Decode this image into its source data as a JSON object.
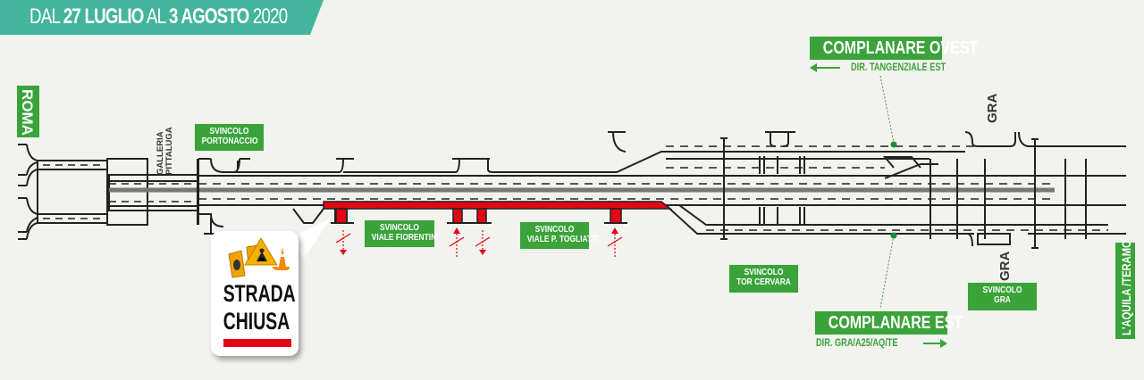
{
  "banner": {
    "prefix": "DAL ",
    "start_date": "27 LUGLIO",
    "middle": " AL ",
    "end_date": "3 AGOSTO",
    "year": " 2020",
    "color": "#43b59c"
  },
  "closure_notice": {
    "line1": "STRADA",
    "line2": "CHIUSA",
    "icon": "roadworks-signs-icon",
    "color": "#e30613"
  },
  "endpoints": {
    "west": "ROMA",
    "east": "L'AQUILA /TERAMO"
  },
  "tunnel": {
    "line1": "GALLERIA",
    "line2": "PITTALUGA"
  },
  "junctions": [
    {
      "line1": "SVINCOLO",
      "line2": "PORTONACCIO"
    },
    {
      "line1": "SVINCOLO",
      "line2": "VIALE FIORENTINI"
    },
    {
      "line1": "SVINCOLO",
      "line2": "VIALE P. TOGLIATTI"
    },
    {
      "line1": "SVINCOLO",
      "line2": "TOR CERVARA"
    },
    {
      "line1": "SVINCOLO",
      "line2": "GRA"
    }
  ],
  "gra_labels": [
    "GRA",
    "GRA"
  ],
  "complanare_ovest": {
    "title": "COMPLANARE OVEST",
    "direction": "DIR. TANGENZIALE EST",
    "arrow": "left-arrow-icon"
  },
  "complanare_est": {
    "title": "COMPLANARE EST",
    "direction": "DIR. GRA/A25/AQ/TE",
    "arrow": "right-arrow-icon"
  },
  "colors": {
    "label_green": "#3aa33a",
    "road_line": "#222222",
    "closed_red": "#e30613",
    "background": "#f2f2ee"
  }
}
